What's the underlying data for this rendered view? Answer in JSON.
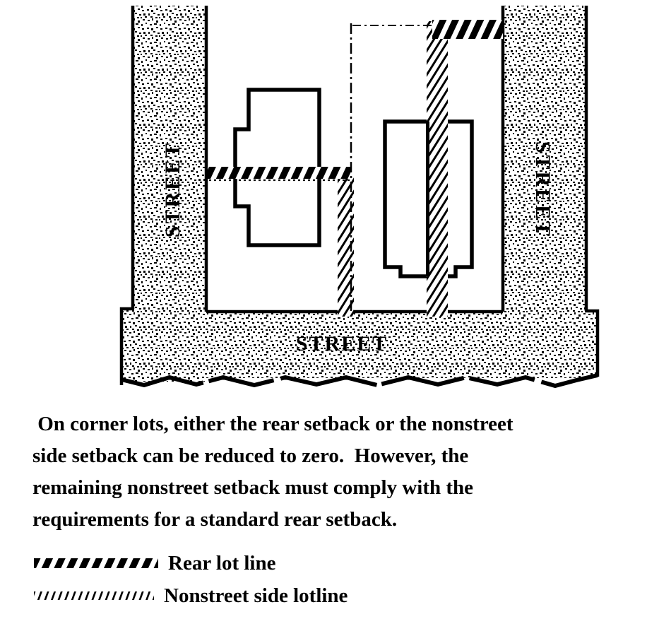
{
  "colors": {
    "ink": "#000000",
    "paper": "#ffffff"
  },
  "diagram": {
    "street_label_left": "STREET",
    "street_label_right": "STREET",
    "street_label_bottom": "STREET"
  },
  "caption": {
    "lines": [
      " On corner lots, either the rear setback or the nonstreet",
      "side setback can be reduced to zero.  However, the",
      "remaining nonstreet setback must comply with the",
      "requirements for a standard rear setback."
    ]
  },
  "legend": {
    "items": [
      {
        "label": "Rear lot line"
      },
      {
        "label": "Nonstreet side lotline"
      }
    ]
  }
}
